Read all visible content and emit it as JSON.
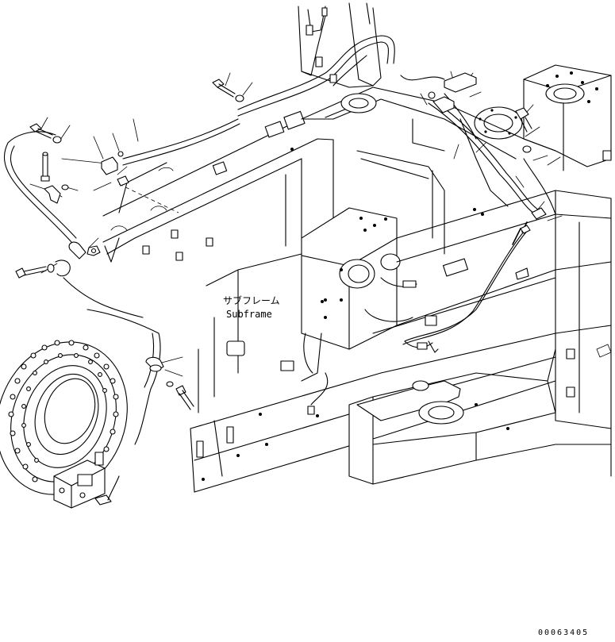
{
  "labels": {
    "subframe_jp": "サブフレーム",
    "subframe_en": "Subframe"
  },
  "drawing_code": "00063405"
}
